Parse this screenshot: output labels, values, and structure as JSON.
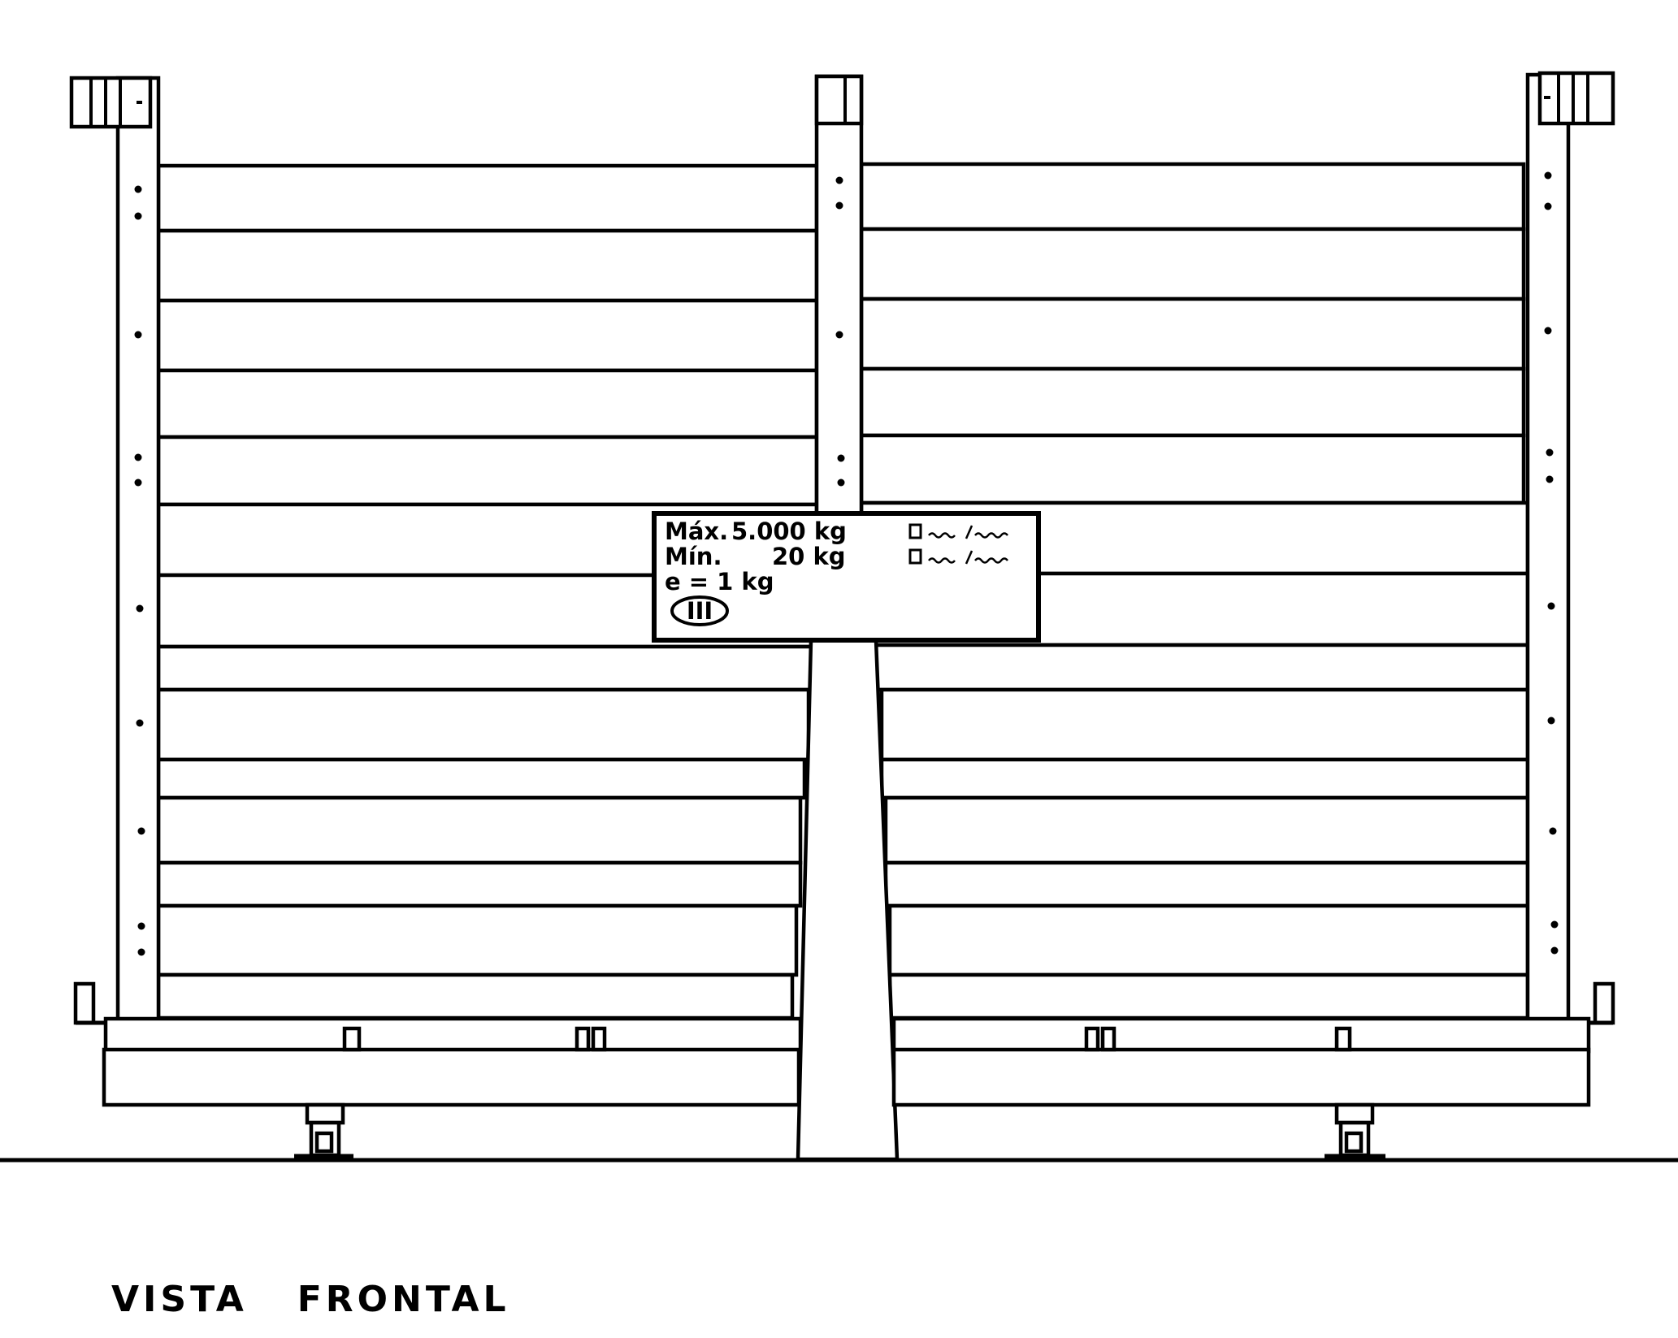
{
  "drawing": {
    "title": "VISTA   FRONTAL"
  },
  "plate": {
    "max_label": "Máx.",
    "max_value": "5.000 kg",
    "min_label": "Mín.",
    "min_value": "20 kg",
    "e_label": "e = 1 kg",
    "accuracy_class": "III"
  }
}
